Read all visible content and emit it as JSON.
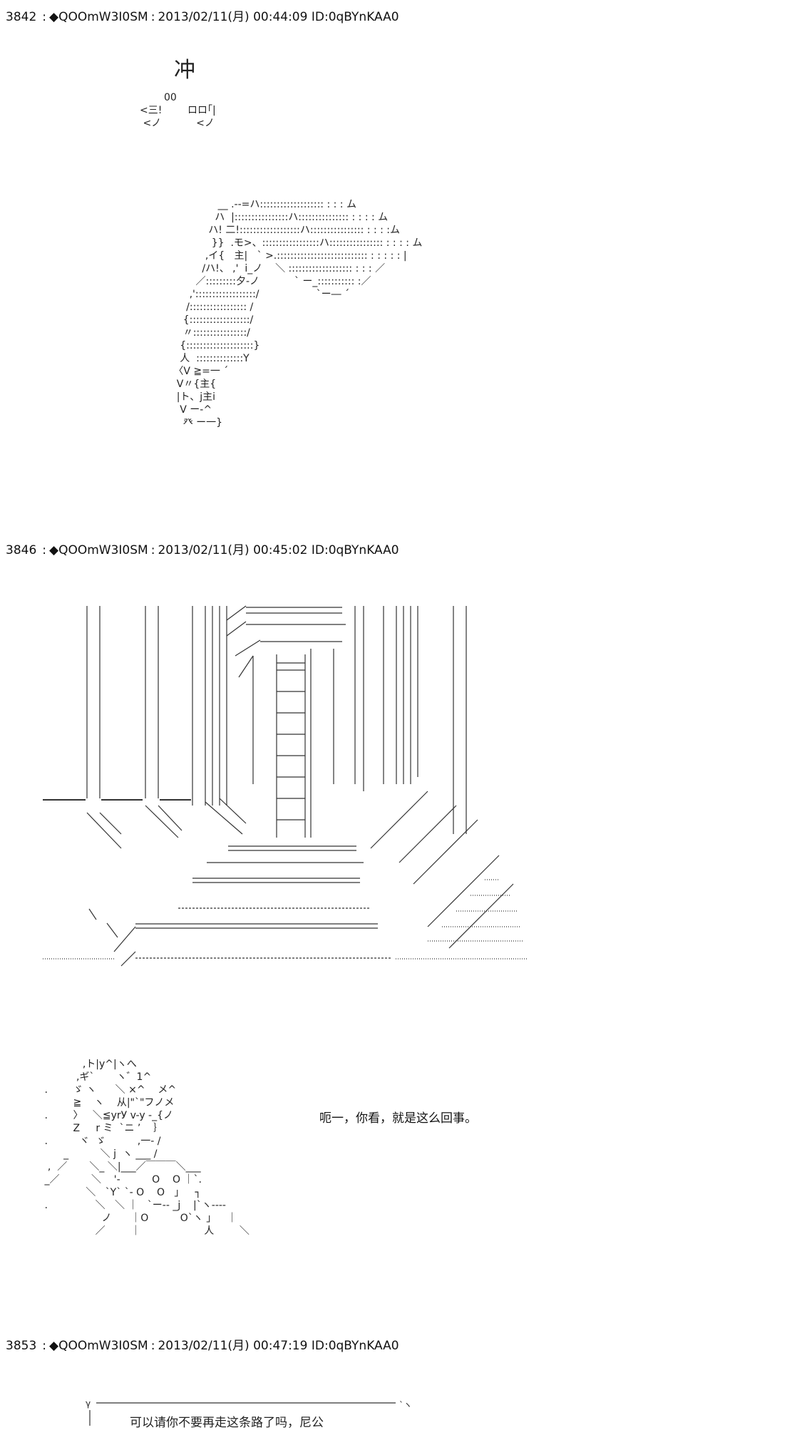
{
  "posts": [
    {
      "number": "3842",
      "marker": "◆QOOmW3I0SM",
      "date": "2013/02/11(月) 00:44:09",
      "id": "ID:0qBYnKAA0"
    },
    {
      "number": "3846",
      "marker": "◆QOOmW3I0SM",
      "date": "2013/02/11(月) 00:45:02",
      "id": "ID:0qBYnKAA0"
    },
    {
      "number": "3853",
      "marker": "◆QOOmW3I0SM",
      "date": "2013/02/11(月) 00:47:19",
      "id": "ID:0qBYnKAA0"
    }
  ],
  "sep": ":",
  "art": {
    "chong": "冲",
    "sfx_oo": "00",
    "dialog_1": "呃一，你看，就是这么回事。",
    "dialog_2": "可以请你不要再走这条路了吗，尼公"
  }
}
